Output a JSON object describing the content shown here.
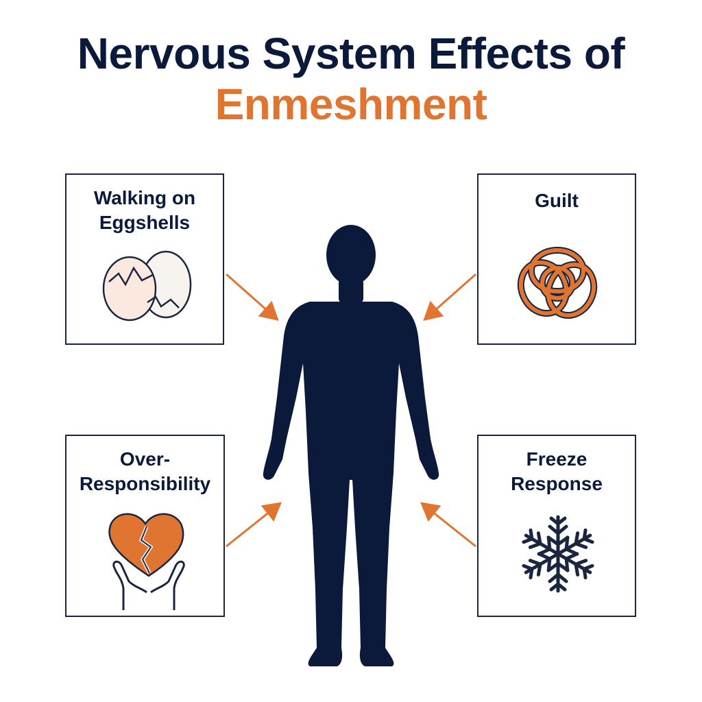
{
  "title": {
    "line1": "Nervous System Effects of",
    "line2": "Enmeshment"
  },
  "colors": {
    "navy": "#0b1a3a",
    "orange": "#e07532",
    "border": "#1a2540"
  },
  "cards": {
    "top_left": {
      "line1": "Walking on",
      "line2": "Eggshells",
      "icon": "cracked-eggs-icon"
    },
    "top_right": {
      "line1": "Guilt",
      "icon": "tangled-knot-icon"
    },
    "bottom_left": {
      "line1": "Over-",
      "line2": "Responsibility",
      "icon": "broken-heart-hands-icon"
    },
    "bottom_right": {
      "line1": "Freeze",
      "line2": "Response",
      "icon": "snowflake-icon"
    }
  }
}
